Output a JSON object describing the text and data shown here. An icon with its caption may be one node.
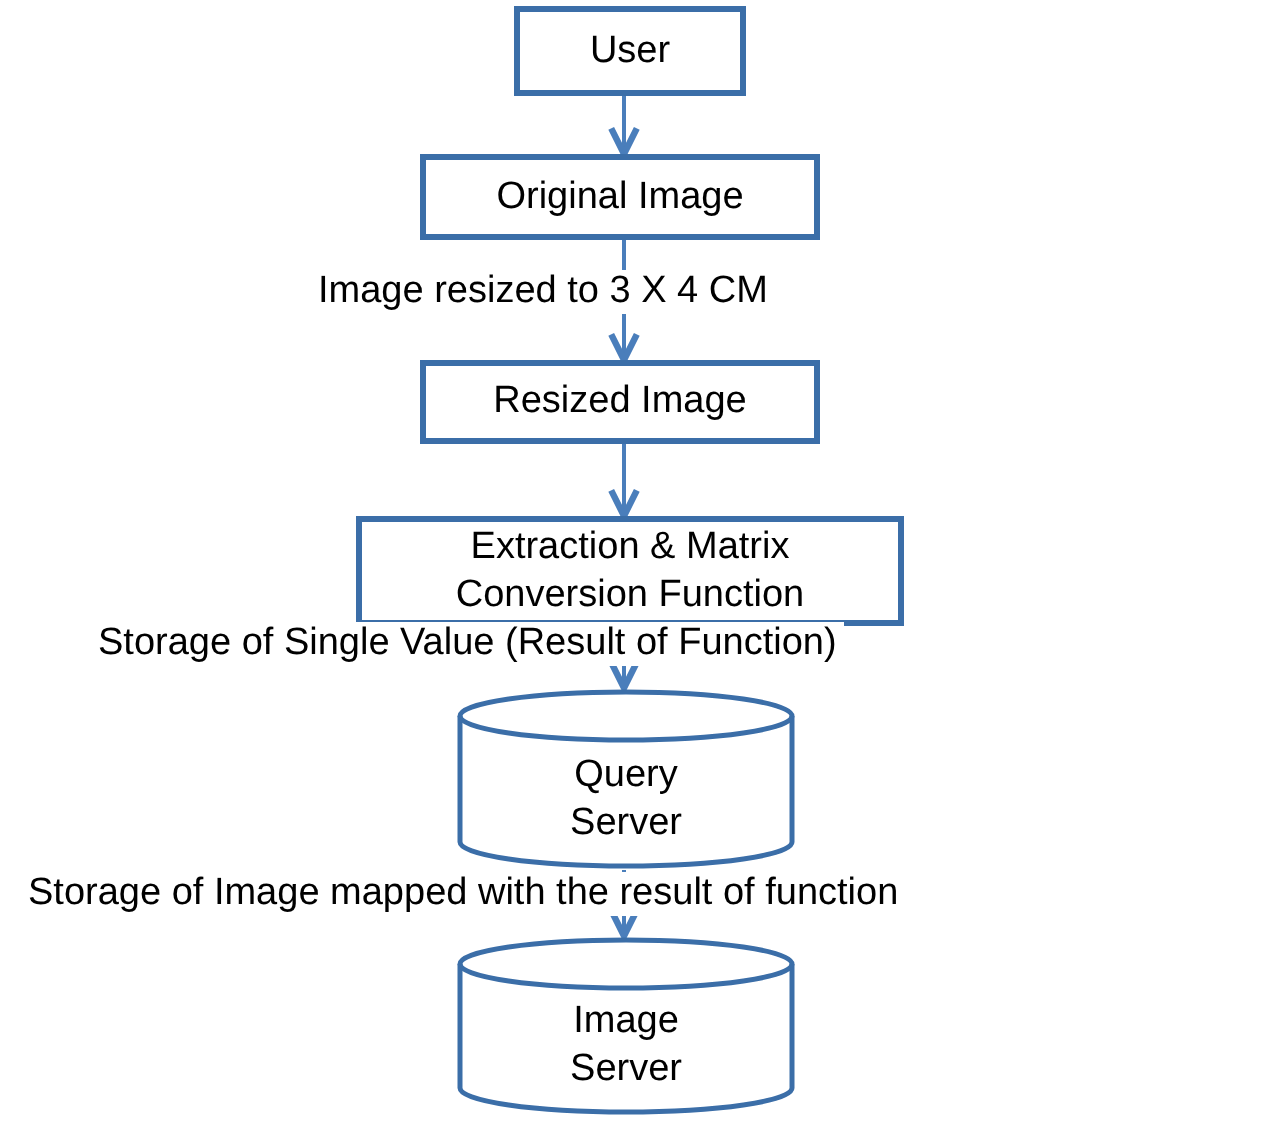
{
  "diagram": {
    "nodes": [
      {
        "text": [
          "User"
        ]
      },
      {
        "text": [
          "Original Image"
        ]
      },
      {
        "text": [
          "Resized Image"
        ]
      },
      {
        "text": [
          "Extraction & Matrix Conversion Function"
        ]
      },
      {
        "text": [
          "Query Server"
        ]
      },
      {
        "text": [
          "Image Server"
        ]
      }
    ],
    "edges": [
      {
        "from": 0,
        "to": 1,
        "arrow": "to"
      },
      {
        "from": 1,
        "to": 2,
        "arrow": "to",
        "label": "Image resized to 3 X 4 CM"
      },
      {
        "from": 2,
        "to": 3,
        "arrow": "to"
      },
      {
        "from": 3,
        "to": 4,
        "arrow": "to",
        "label": "Storage of Single Value (Result of Function)"
      },
      {
        "from": 4,
        "to": 5,
        "arrow": "to",
        "label": "Storage of Image mapped with the result of function"
      }
    ]
  }
}
